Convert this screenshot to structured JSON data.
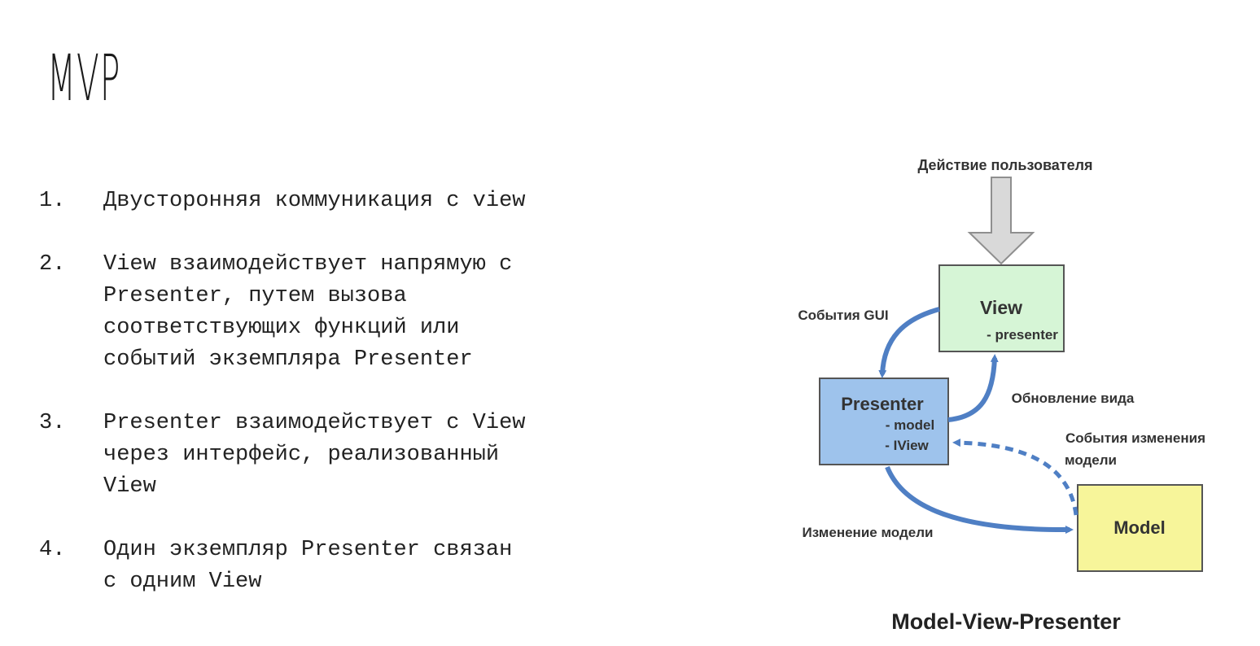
{
  "slide": {
    "title": "MVP",
    "items": [
      {
        "num": "1.",
        "text": "Двусторонняя коммуникация с view"
      },
      {
        "num": "2.",
        "text": "View взаимодействует напрямую с\nPresenter, путем вызова\nсоответствующих функций или\nсобытий экземпляра Presenter"
      },
      {
        "num": "3.",
        "text": "Presenter взаимодействует с View\nчерез интерфейс, реализованный\nView"
      },
      {
        "num": "4.",
        "text": "Один экземпляр Presenter связан\nс одним View"
      }
    ]
  },
  "diagram": {
    "user_action": "Действие пользователя",
    "view_box": {
      "title": "View",
      "sub": "- presenter"
    },
    "presenter_box": {
      "title": "Presenter",
      "sub1": "- model",
      "sub2": "- IView"
    },
    "model_box": {
      "title": "Model"
    },
    "gui_events": "События GUI",
    "view_update": "Обновление вида",
    "model_events_1": "События изменения",
    "model_events_2": "модели",
    "model_change": "Изменение модели",
    "caption": "Model-View-Presenter",
    "colors": {
      "view": "#d6f5d6",
      "presenter": "#9ec3ec",
      "model": "#f7f59a",
      "arrow": "#4f7fc4",
      "user_arrow": "#d9d9d9"
    }
  }
}
